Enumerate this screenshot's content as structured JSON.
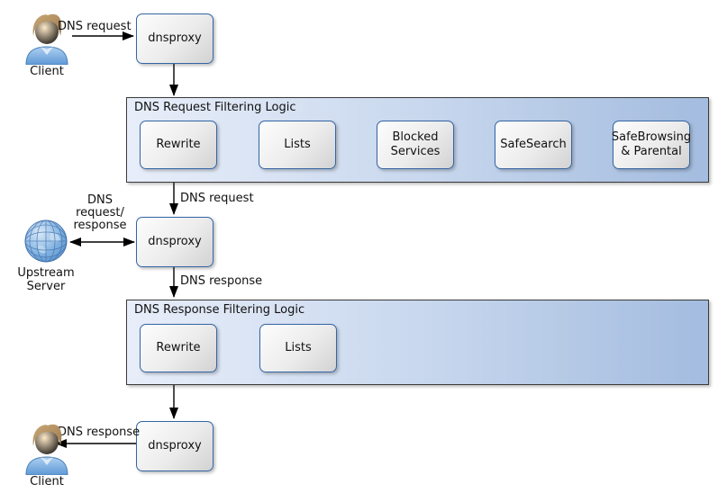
{
  "labels": {
    "client_top": "Client",
    "client_bottom": "Client",
    "dnsproxy_top": "dnsproxy",
    "dnsproxy_mid": "dnsproxy",
    "dnsproxy_bottom": "dnsproxy",
    "upstream_server": "Upstream Server"
  },
  "edges": {
    "client_to_proxy": "DNS request",
    "filter_to_proxy": "DNS request",
    "upstream_exchange": "DNS request/ response",
    "proxy_to_response_filter": "DNS response",
    "proxy_to_client": "DNS response"
  },
  "request_filter": {
    "title": "DNS Request Filtering Logic",
    "steps": [
      "Rewrite",
      "Lists",
      "Blocked Services",
      "SafeSearch",
      "SafeBrowsing & Parental"
    ]
  },
  "response_filter": {
    "title": "DNS Response Filtering Logic",
    "steps": [
      "Rewrite",
      "Lists"
    ]
  },
  "colors": {
    "container_gradient_start": "#e8eef9",
    "container_gradient_end": "#a3bcdf",
    "container_border": "#3a3a3a",
    "node_border": "#3465a4",
    "node_fill_light": "#fdfdfd",
    "node_fill_dark": "#d2d2d2",
    "arrow": "#000000",
    "client_shirt": "#6ba1dc",
    "client_hair": "#b08d5d",
    "globe_blue": "#6ba3d8"
  }
}
